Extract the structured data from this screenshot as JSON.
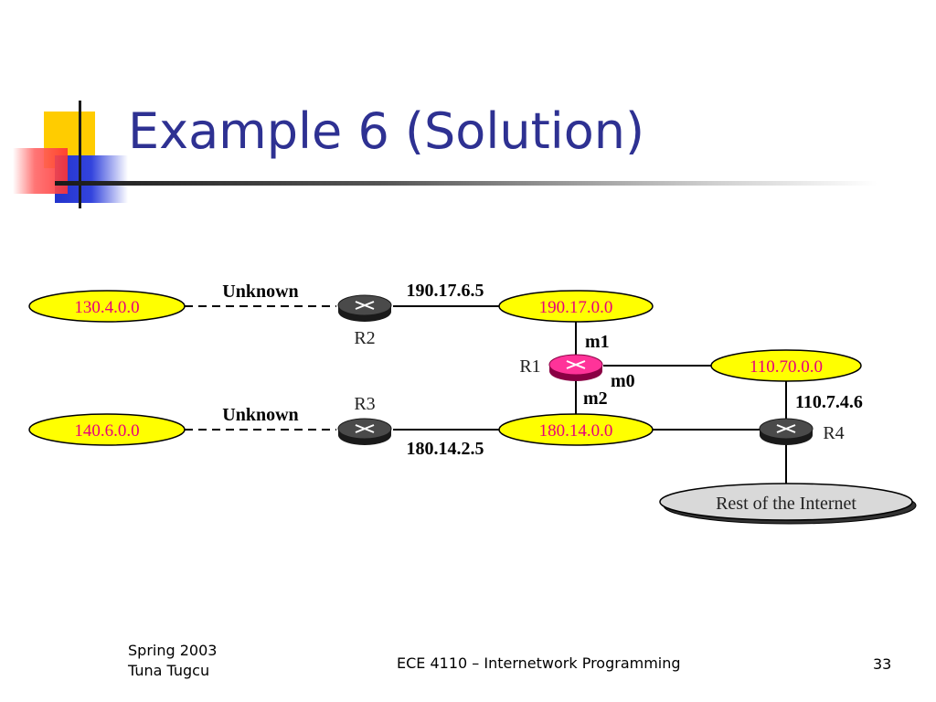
{
  "slide": {
    "title": "Example 6 (Solution)"
  },
  "footer": {
    "left_line1": "Spring 2003",
    "left_line2": "Tuna Tugcu",
    "center": "ECE 4110 – Internetwork Programming",
    "page_number": "33"
  },
  "diagram": {
    "networks": {
      "n1": "130.4.0.0",
      "n2": "190.17.0.0",
      "n3": "110.70.0.0",
      "n4": "140.6.0.0",
      "n5": "180.14.0.0",
      "internet": "Rest of the Internet"
    },
    "routers": {
      "r1": "R1",
      "r2": "R2",
      "r3": "R3",
      "r4": "R4"
    },
    "links": {
      "unknown_top": "Unknown",
      "unknown_bottom": "Unknown",
      "addr_r2": "190.17.6.5",
      "addr_r3": "180.14.2.5",
      "addr_r4": "110.7.4.6",
      "m0": "m0",
      "m1": "m1",
      "m2": "m2"
    }
  },
  "colors": {
    "title": "#2e3192",
    "network_fill": "#ffff00",
    "network_text": "#e8007a",
    "r1_fill": "#ff3399",
    "router_fill": "#3a3a3a"
  }
}
